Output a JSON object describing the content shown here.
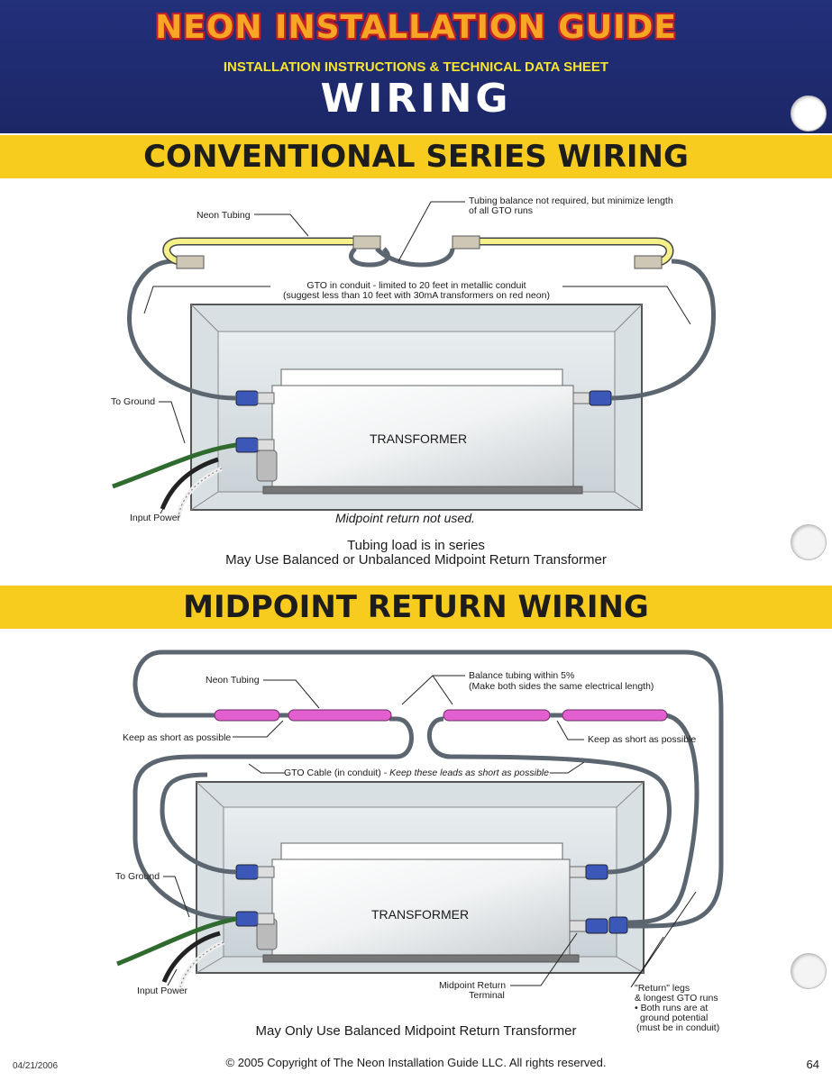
{
  "header": {
    "main_title": "NEON INSTALLATION GUIDE",
    "subtitle": "INSTALLATION INSTRUCTIONS & TECHNICAL DATA SHEET",
    "section_title": "WIRING"
  },
  "series": {
    "heading": "CONVENTIONAL SERIES WIRING",
    "neon_tubing_label": "Neon Tubing",
    "balance_note_line1": "Tubing balance not required, but minimize length",
    "balance_note_line2": "of all GTO runs",
    "gto_note_line1": "GTO in conduit - limited to 20 feet in metallic conduit",
    "gto_note_line2": "(suggest less than 10 feet with 30mA transformers on red neon)",
    "ground_label": "To Ground",
    "input_power_label": "Input Power",
    "transformer_label": "TRANSFORMER",
    "midpoint_note": "Midpoint return not used.",
    "caption_line1": "Tubing load is in series",
    "caption_line2": "May Use Balanced or Unbalanced Midpoint Return Transformer"
  },
  "midpoint": {
    "heading": "MIDPOINT RETURN WIRING",
    "neon_tubing_label": "Neon Tubing",
    "balance_note_line1": "Balance tubing within 5%",
    "balance_note_line2": "(Make both sides the same electrical length)",
    "keep_short_left": "Keep as short as possible",
    "keep_short_right": "Keep as short as possible",
    "gto_cable_label": "GTO Cable (in conduit) - ",
    "gto_cable_italic": "Keep these leads as short as possible",
    "ground_label": "To Ground",
    "input_power_label": "Input Power",
    "transformer_label": "TRANSFORMER",
    "terminal_label_line1": "Midpoint Return",
    "terminal_label_line2": "Terminal",
    "return_note_line1": "\"Return\" legs",
    "return_note_line2": "& longest GTO runs",
    "return_note_line3": "• Both runs are at",
    "return_note_line4": "ground potential",
    "return_note_line5": "(must be in conduit)",
    "caption": "May Only Use Balanced Midpoint Return Transformer"
  },
  "footer": {
    "date": "04/21/2006",
    "copyright": "© 2005 Copyright of The Neon Installation Guide LLC. All rights reserved.",
    "page_number": "64"
  },
  "colors": {
    "header_bg": "#1b2766",
    "band_yellow": "#f7cc1e",
    "title_orange": "#f6a623",
    "subtitle_yellow": "#f7e431",
    "yellow_neon": "#f6f08a",
    "pink_neon": "#e25fcf",
    "cable_grey": "#5c6670",
    "ground_green": "#2f6b2f"
  }
}
